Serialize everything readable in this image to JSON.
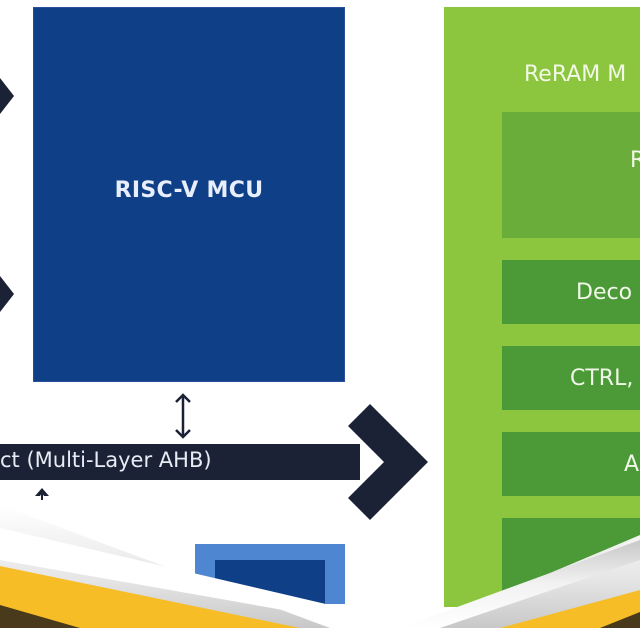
{
  "diagram": {
    "mcu": {
      "label": "RISC-V MCU",
      "color": "#0f3f86"
    },
    "reram_macro": {
      "title": "ReRAM M",
      "color": "#8cc63f",
      "subblocks": [
        {
          "label": "R",
          "sublabel": "",
          "color": "#6aad3a"
        },
        {
          "label": "Deco",
          "color": "#4c9a37"
        },
        {
          "label": "CTRL,",
          "color": "#4c9a37"
        },
        {
          "label": "A",
          "color": "#4c9a37"
        },
        {
          "label": "",
          "color": "#4c9a37"
        }
      ]
    },
    "bus": {
      "label": "ct (Multi-Layer AHB)",
      "color": "#1c2236"
    },
    "icons": {
      "mcu_bus_arrow": "double-arrow-vertical-icon",
      "bus_arrow": "arrow-right-icon",
      "left_arrows": "arrow-right-icon",
      "small_up_arrow": "arrow-up-icon"
    },
    "decor": {
      "yellow": "#f6bd26",
      "dark": "#4a3a1c",
      "light_blue": "#4f86d2"
    }
  }
}
